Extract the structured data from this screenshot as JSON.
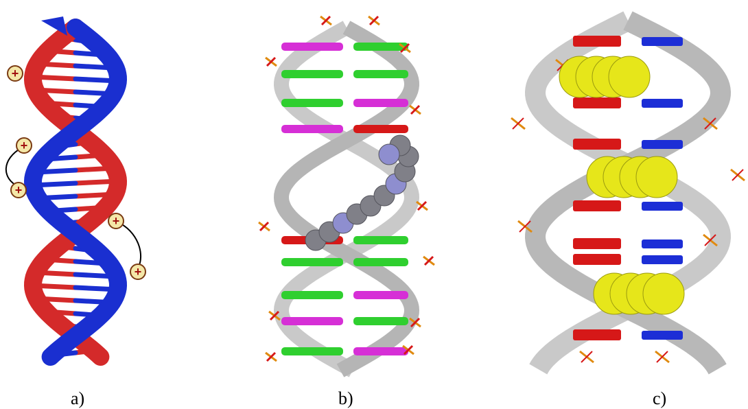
{
  "figure": {
    "panels": [
      {
        "id": "a",
        "caption": "a)",
        "depiction": "red-blue-double-helix-ribbon"
      },
      {
        "id": "b",
        "caption": "b)",
        "depiction": "grey-ribbon-helix-with-intercalated-ligand"
      },
      {
        "id": "c",
        "caption": "c)",
        "depiction": "grey-ribbon-helix-with-yellow-spheres"
      }
    ],
    "charge_markers": {
      "count": 5,
      "symbol": "+"
    },
    "colors": {
      "strand_red": "#d42a2a",
      "strand_blue": "#1a2fd0",
      "marker_fill": "#f4e7a8",
      "marker_stroke": "#7a3a12",
      "ribbon_grey": "#c9c9c9",
      "base_magenta": "#d62fd6",
      "base_green": "#2fcf2f",
      "base_red": "#d61818",
      "base_blue": "#1c2ed6",
      "ligand_grey": "#808088",
      "sphere_yellow": "#e6e61a",
      "phosphate_orange": "#e08a10"
    }
  }
}
